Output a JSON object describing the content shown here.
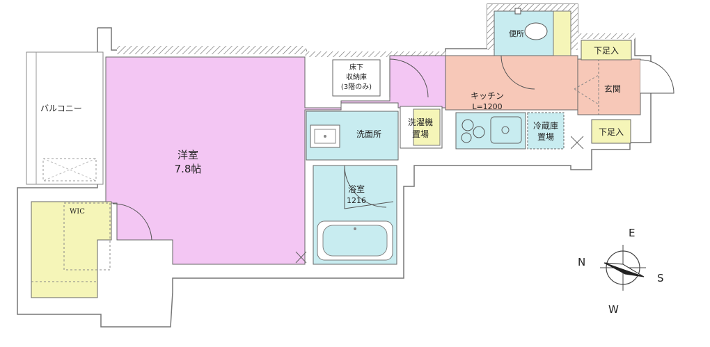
{
  "rooms": {
    "western_room": {
      "name": "洋室",
      "size": "7.8帖",
      "color": "#f3c6f3"
    },
    "balcony": {
      "name": "バルコニー"
    },
    "wic": {
      "name": "WIC",
      "color": "#f5f5b8"
    },
    "underfloor_storage": {
      "line1": "床下",
      "line2": "収納庫",
      "line3": "(3階のみ)"
    },
    "washroom": {
      "name": "洗面所",
      "color": "#c8ecf0"
    },
    "bathroom": {
      "name": "浴室",
      "size": "1216",
      "color": "#c8ecf0"
    },
    "washer_space": {
      "line1": "洗濯機",
      "line2": "置場",
      "color": "#f5f5b8"
    },
    "kitchen": {
      "name": "キッチン",
      "length": "L=1200",
      "color": "#f7c8b8"
    },
    "fridge_space": {
      "line1": "冷蔵庫",
      "line2": "置場",
      "color": "#c8ecf0"
    },
    "toilet": {
      "name": "便所",
      "color": "#c8ecf0"
    },
    "entrance": {
      "name": "玄関",
      "color": "#f7c8b8"
    },
    "shoe_storage_top": {
      "name": "下足入",
      "color": "#f5f5b8"
    },
    "shoe_storage_bottom": {
      "name": "下足入",
      "color": "#f5f5b8"
    }
  },
  "compass": {
    "n": "N",
    "e": "E",
    "s": "S",
    "w": "W"
  },
  "colors": {
    "wall": "#888888",
    "line": "#555555"
  }
}
